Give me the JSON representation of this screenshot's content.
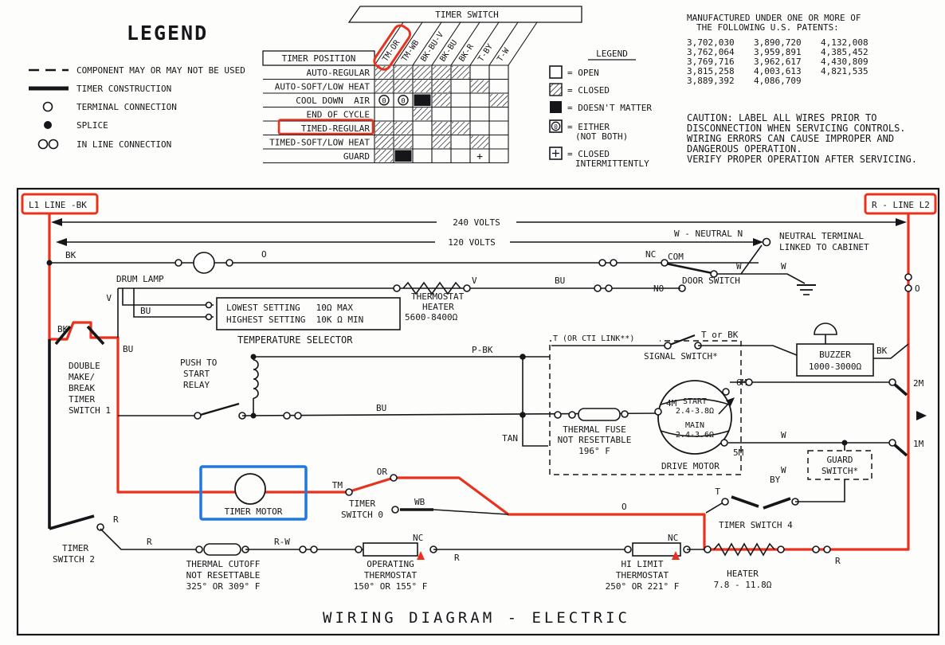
{
  "colors": {
    "highlight_red": "#e8321e",
    "highlight_blue": "#2277dd",
    "ink": "#16161a"
  },
  "legend": {
    "title": "LEGEND",
    "items": [
      "COMPONENT MAY OR MAY NOT BE USED",
      "TIMER CONSTRUCTION",
      "TERMINAL CONNECTION",
      "SPLICE",
      "IN LINE CONNECTION"
    ]
  },
  "timer_table": {
    "title": "TIMER SWITCH",
    "corner": "TIMER POSITION",
    "columns": [
      "TM-OR",
      "TM-WB",
      "BK-BU-V",
      "BK-BU",
      "BK-R",
      "T-BY",
      "T-W"
    ],
    "rows": [
      {
        "label": "AUTO-REGULAR",
        "cells": [
          "C",
          "C",
          "C",
          "C",
          "C",
          "O",
          "O"
        ]
      },
      {
        "label": "AUTO-SOFT/LOW HEAT",
        "cells": [
          "C",
          "C",
          "C",
          "C",
          "O",
          "C",
          "O"
        ]
      },
      {
        "label": "COOL DOWN  AIR",
        "cells": [
          "E",
          "E",
          "X",
          "C",
          "O",
          "O",
          "C"
        ]
      },
      {
        "label": "END OF CYCLE",
        "cells": [
          "O",
          "O",
          "C",
          "O",
          "O",
          "O",
          "O"
        ]
      },
      {
        "label": "TIMED-REGULAR",
        "cells": [
          "C",
          "C",
          "O",
          "C",
          "C",
          "O",
          "O"
        ]
      },
      {
        "label": "TIMED-SOFT/LOW HEAT",
        "cells": [
          "C",
          "C",
          "O",
          "C",
          "O",
          "C",
          "O"
        ]
      },
      {
        "label": "GUARD",
        "cells": [
          "C",
          "X",
          "O",
          "O",
          "O",
          "I",
          "O"
        ]
      }
    ],
    "highlight_column": "TM-OR",
    "highlight_row": "TIMED-REGULAR",
    "cell_legend_title": "LEGEND",
    "cell_legend": [
      {
        "code": "O",
        "lines": [
          "= OPEN"
        ]
      },
      {
        "code": "C",
        "lines": [
          "= CLOSED"
        ]
      },
      {
        "code": "X",
        "lines": [
          "= DOESN'T MATTER"
        ]
      },
      {
        "code": "E",
        "lines": [
          "= EITHER",
          "(NOT BOTH)"
        ]
      },
      {
        "code": "I",
        "lines": [
          "= CLOSED",
          "INTERMITTENTLY"
        ]
      }
    ]
  },
  "patents": {
    "heading": [
      "MANUFACTURED UNDER ONE OR MORE OF",
      "THE FOLLOWING U.S. PATENTS:"
    ],
    "rows": [
      [
        "3,702,030",
        "3,890,720",
        "4,132,008"
      ],
      [
        "3,762,064",
        "3,959,891",
        "4,385,452"
      ],
      [
        "3,769,716",
        "3,962,617",
        "4,430,809"
      ],
      [
        "3,815,258",
        "4,003,613",
        "4,821,535"
      ],
      [
        "3,889,392",
        "4,086,709"
      ]
    ]
  },
  "caution": {
    "lines": [
      "CAUTION: LABEL ALL WIRES PRIOR TO",
      "DISCONNECTION WHEN SERVICING CONTROLS.",
      "WIRING ERRORS CAN CAUSE IMPROPER AND",
      "DANGEROUS OPERATION.",
      "VERIFY PROPER OPERATION AFTER SERVICING."
    ]
  },
  "diagram": {
    "title": "WIRING DIAGRAM - ELECTRIC",
    "l1": "L1 LINE -BK",
    "l2": "R - LINE L2",
    "volts_240": "240 VOLTS",
    "volts_120": "120 VOLTS",
    "neutral_wire": "W - NEUTRAL N",
    "neutral_terminal": [
      "NEUTRAL TERMINAL",
      "LINKED TO CABINET"
    ],
    "labels": {
      "bk_top": "BK",
      "drum_lamp": "DRUM LAMP",
      "o_top": "O",
      "nc_door": "NC",
      "com": "COM",
      "door_switch": "DOOR SWITCH",
      "no_door": "NO",
      "w_1": "W",
      "w_2": "W",
      "w_3": "W",
      "w_4": "W",
      "v_1": "V",
      "v_2": "V",
      "bu_1": "BU",
      "bu_2": "BU",
      "bu_3": "BU",
      "bu_4": "BU",
      "bk_left": "BK",
      "bk_buzzer": "BK",
      "thermostat_heater": [
        "THERMOSTAT",
        "HEATER",
        "5600-8400Ω"
      ],
      "temp_selector_box": [
        "LOWEST SETTING   10Ω MAX",
        "HIGHEST SETTING  10K Ω MIN"
      ],
      "temp_selector": "TEMPERATURE SELECTOR",
      "switch1": [
        "DOUBLE",
        "MAKE/",
        "BREAK",
        "TIMER",
        "SWITCH 1"
      ],
      "push_start": [
        "PUSH TO",
        "START",
        "RELAY"
      ],
      "p_bk": "P-BK",
      "cti": "T (OR CTI LINK**)",
      "signal_switch": "SIGNAL SWITCH*",
      "t_or_bk": "T or BK",
      "buzzer": [
        "BUZZER",
        "1000-3000Ω"
      ],
      "m6": "6M",
      "m2": "2M",
      "m4": "4M",
      "m5": "5M",
      "m1": "1M",
      "motor_start": [
        "START",
        "2.4-3.8Ω"
      ],
      "motor_main": [
        "MAIN",
        "2.4-3.6Ω"
      ],
      "thermal_fuse": [
        "THERMAL FUSE",
        "NOT RESETTABLE",
        "196° F"
      ],
      "tan": "TAN",
      "drive_motor": "DRIVE MOTOR",
      "guard_switch": [
        "GUARD",
        "SWITCH*"
      ],
      "by": "BY",
      "timer_motor": "TIMER MOTOR",
      "tm": "TM",
      "or": "OR",
      "timer_switch0": [
        "TIMER",
        "SWITCH 0"
      ],
      "wb": "WB",
      "o_mid": "O",
      "t_ts4": "T",
      "timer_switch4": "TIMER SWITCH 4",
      "timer_switch2": [
        "TIMER",
        "SWITCH 2"
      ],
      "r_1": "R",
      "r_2": "R",
      "r_3": "R",
      "r_4": "R",
      "thermal_cutoff": [
        "THERMAL CUTOFF",
        "NOT RESETTABLE",
        "325° OR 309° F"
      ],
      "rw": "R-W",
      "op_thermostat": [
        "OPERATING",
        "THERMOSTAT",
        "150° OR 155° F"
      ],
      "nc_1": "NC",
      "nc_2": "NC",
      "hi_limit": [
        "HI LIMIT",
        "THERMOSTAT",
        "250° OR 221° F"
      ],
      "heater": [
        "HEATER",
        "7.8 - 11.8Ω"
      ],
      "o_right": "O"
    }
  }
}
